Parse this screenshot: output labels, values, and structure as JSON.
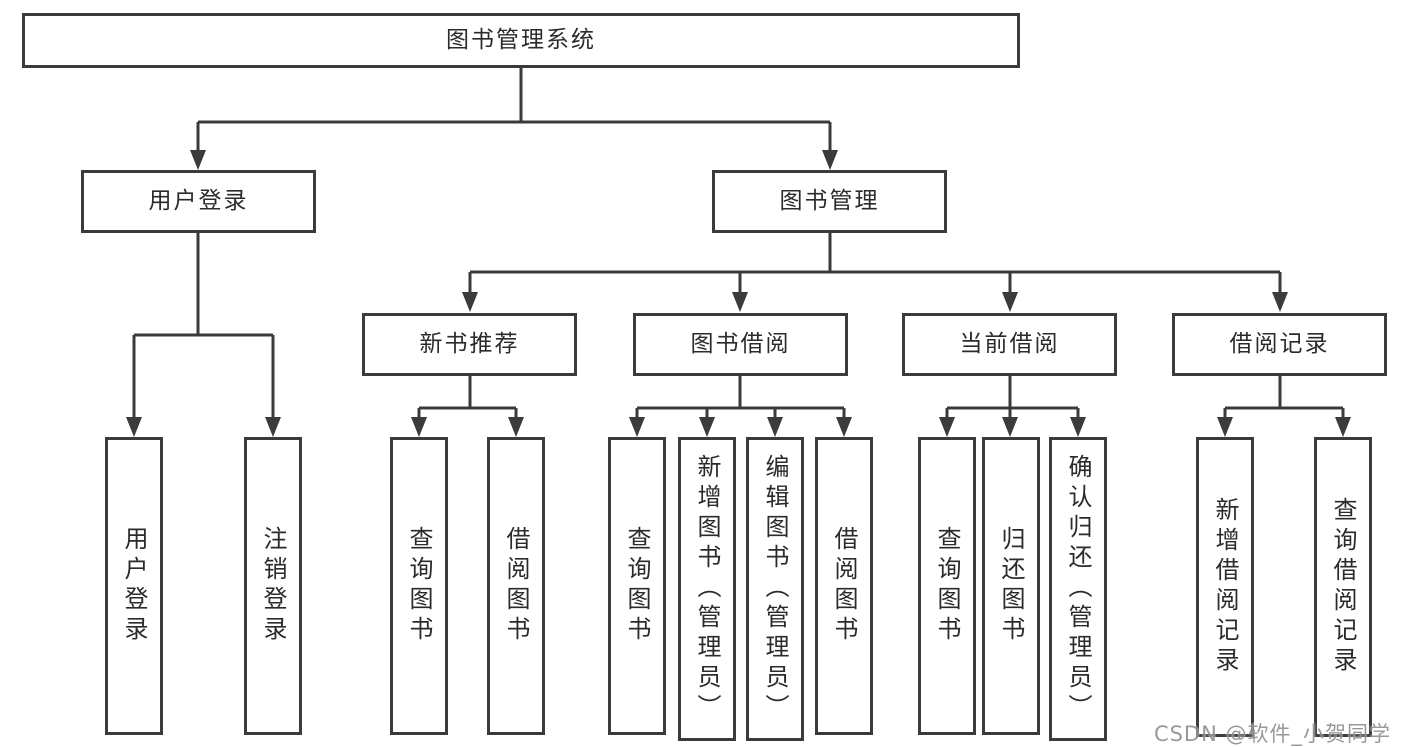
{
  "diagram": {
    "tree": {
      "label": "图书管理系统",
      "children": [
        {
          "label": "用户登录",
          "children": [
            {
              "label": "用户登录"
            },
            {
              "label": "注销登录"
            }
          ]
        },
        {
          "label": "图书管理",
          "children": [
            {
              "label": "新书推荐",
              "children": [
                {
                  "label": "查询图书"
                },
                {
                  "label": "借阅图书"
                }
              ]
            },
            {
              "label": "图书借阅",
              "children": [
                {
                  "label": "查询图书"
                },
                {
                  "label": "新增图书（管理员）"
                },
                {
                  "label": "编辑图书（管理员）"
                },
                {
                  "label": "借阅图书"
                }
              ]
            },
            {
              "label": "当前借阅",
              "children": [
                {
                  "label": "查询图书"
                },
                {
                  "label": "归还图书"
                },
                {
                  "label": "确认归还（管理员）"
                }
              ]
            },
            {
              "label": "借阅记录",
              "children": [
                {
                  "label": "新增借阅记录"
                },
                {
                  "label": "查询借阅记录"
                }
              ]
            }
          ]
        }
      ]
    },
    "watermark": "CSDN @软件_小贺同学",
    "colors": {
      "line": "#3b3b3b",
      "text": "#2b2b2b",
      "watermark": "#a0a0a0",
      "background": "#ffffff"
    }
  }
}
